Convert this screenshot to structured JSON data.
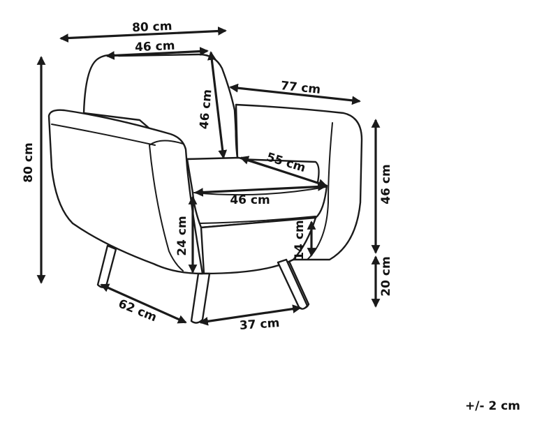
{
  "dimensions": {
    "total_width": "80 cm",
    "backrest_width": "46 cm",
    "total_depth": "77 cm",
    "total_height": "80 cm",
    "backrest_height": "46 cm",
    "seat_depth": "55 cm",
    "seat_width": "46 cm",
    "armrest_height": "46 cm",
    "armrest_above_seat": "24 cm",
    "seat_cushion_height": "14 cm",
    "leg_height": "20 cm",
    "leg_span_depth": "62 cm",
    "leg_span_width": "37 cm"
  },
  "tolerance": "+/- 2 cm"
}
